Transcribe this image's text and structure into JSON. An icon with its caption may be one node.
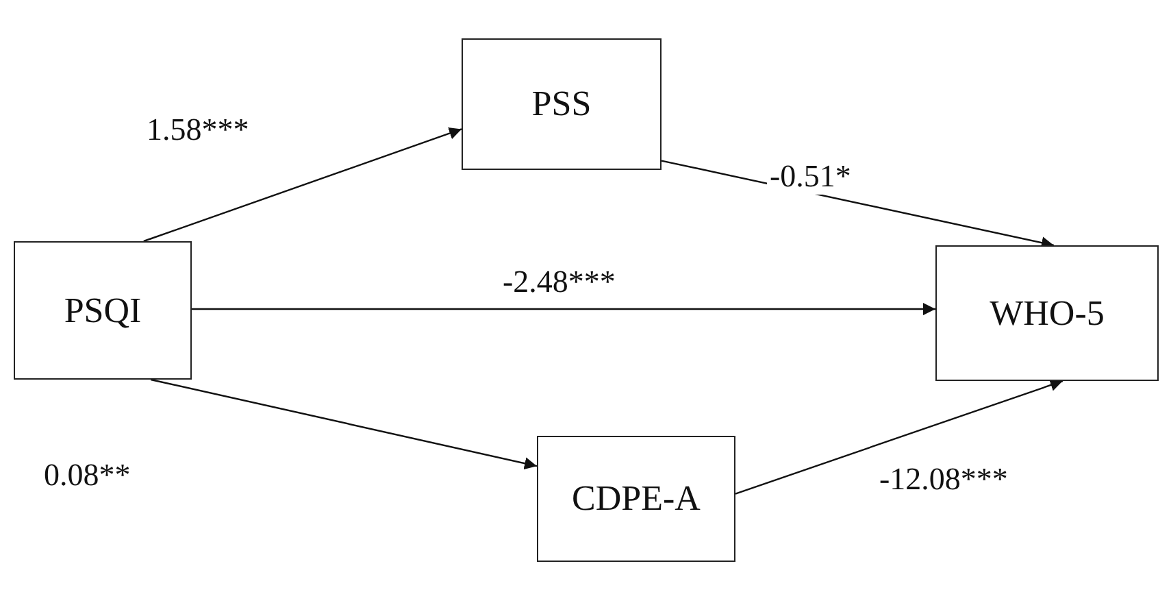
{
  "diagram": {
    "nodes": [
      {
        "text": [
          "PSQI"
        ]
      },
      {
        "text": [
          "PSS"
        ]
      },
      {
        "text": [
          "WHO-5"
        ]
      },
      {
        "text": [
          "CDPE-A"
        ]
      }
    ],
    "edges": [
      {
        "from": 0,
        "to": 1,
        "arrow": "to",
        "label": "1.58***"
      },
      {
        "from": 1,
        "to": 2,
        "arrow": "to",
        "label": "-0.51*"
      },
      {
        "from": 0,
        "to": 2,
        "arrow": "to",
        "label": "-2.48***"
      },
      {
        "from": 0,
        "to": 3,
        "arrow": "to",
        "label": "0.08**"
      },
      {
        "from": 3,
        "to": 2,
        "arrow": "to",
        "label": "-12.08***"
      }
    ]
  }
}
